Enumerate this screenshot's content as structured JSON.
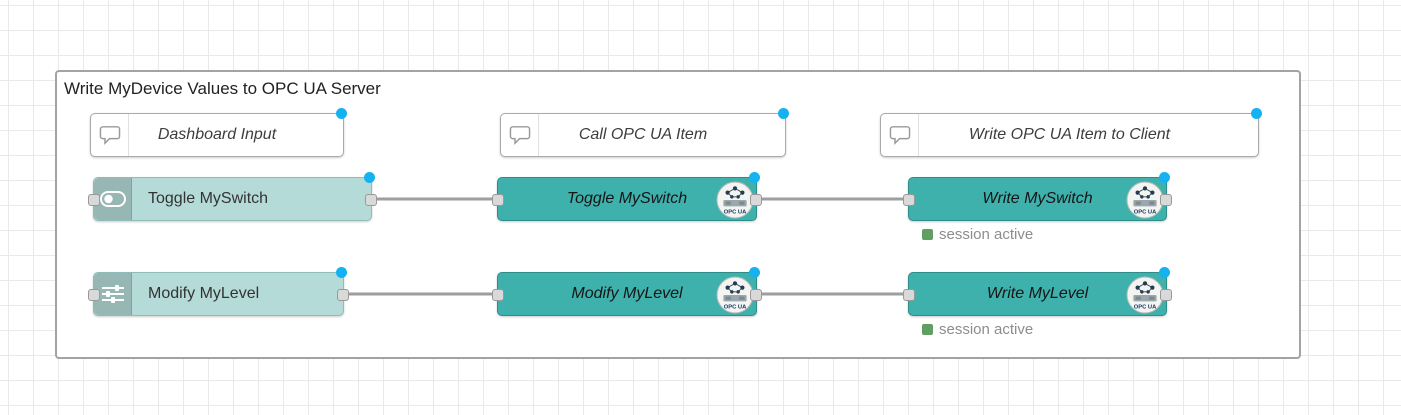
{
  "group": {
    "title": "Write MyDevice Values to OPC UA Server"
  },
  "badge_label": "OPC UA",
  "comments": [
    {
      "label": "Dashboard Input"
    },
    {
      "label": "Call OPC UA Item"
    },
    {
      "label": "Write OPC UA Item to Client"
    }
  ],
  "dashboard_nodes": [
    {
      "label": "Toggle MySwitch",
      "icon": "toggle-switch-icon"
    },
    {
      "label": "Modify MyLevel",
      "icon": "sliders-icon"
    }
  ],
  "call_nodes": [
    {
      "label": "Toggle MySwitch"
    },
    {
      "label": "Modify MyLevel"
    }
  ],
  "write_nodes": [
    {
      "label": "Write MySwitch",
      "status": "session active"
    },
    {
      "label": "Write MyLevel",
      "status": "session active"
    }
  ],
  "colors": {
    "dashboard_node_bg": "#b4dbd8",
    "opcua_node_bg": "#3fb1ad",
    "wire": "#999999",
    "modified_dot": "#14b2f1",
    "status_ok": "#5f9f63",
    "status_text": "#8d8d8d"
  }
}
